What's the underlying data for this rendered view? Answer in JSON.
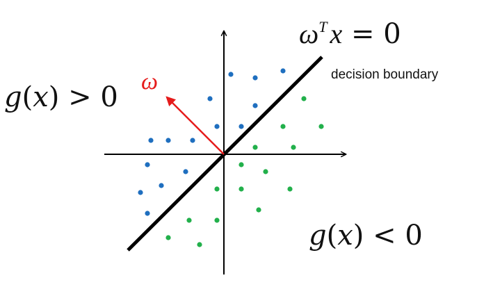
{
  "equation": {
    "omega": "ω",
    "superscript": "T",
    "x": "x",
    "rest": " = 0"
  },
  "boundary_label": "decision boundary",
  "weight_label": "ω",
  "region_positive": {
    "g": "g",
    "open": "(",
    "x": "x",
    "close": ")",
    "rest": " > 0"
  },
  "region_negative": {
    "g": "g",
    "open": "(",
    "x": "x",
    "close": ")",
    "rest": " < 0"
  },
  "colors": {
    "class_positive": "#1f6fbf",
    "class_negative": "#22b04b",
    "weight_vector": "#e51b1b",
    "boundary": "#000000",
    "axes": "#000000"
  },
  "points": {
    "positive_class": [
      [
        0.2,
        2.3
      ],
      [
        0.9,
        2.2
      ],
      [
        1.7,
        2.4
      ],
      [
        -0.4,
        1.6
      ],
      [
        0.9,
        1.4
      ],
      [
        -0.2,
        0.8
      ],
      [
        0.5,
        0.8
      ],
      [
        -2.1,
        0.4
      ],
      [
        -1.6,
        0.4
      ],
      [
        -0.9,
        0.4
      ],
      [
        -2.2,
        -0.3
      ],
      [
        -1.1,
        -0.5
      ],
      [
        -1.8,
        -0.9
      ],
      [
        -2.4,
        -1.1
      ],
      [
        -2.2,
        -1.7
      ]
    ],
    "negative_class": [
      [
        2.3,
        1.6
      ],
      [
        1.7,
        0.8
      ],
      [
        2.8,
        0.8
      ],
      [
        0.9,
        0.2
      ],
      [
        2.0,
        0.2
      ],
      [
        0.5,
        -0.3
      ],
      [
        1.2,
        -0.5
      ],
      [
        -0.2,
        -1.0
      ],
      [
        0.5,
        -1.0
      ],
      [
        1.9,
        -1.0
      ],
      [
        1.0,
        -1.6
      ],
      [
        -1.0,
        -1.9
      ],
      [
        -0.2,
        -1.9
      ],
      [
        -1.6,
        -2.4
      ],
      [
        -0.7,
        -2.6
      ]
    ]
  }
}
